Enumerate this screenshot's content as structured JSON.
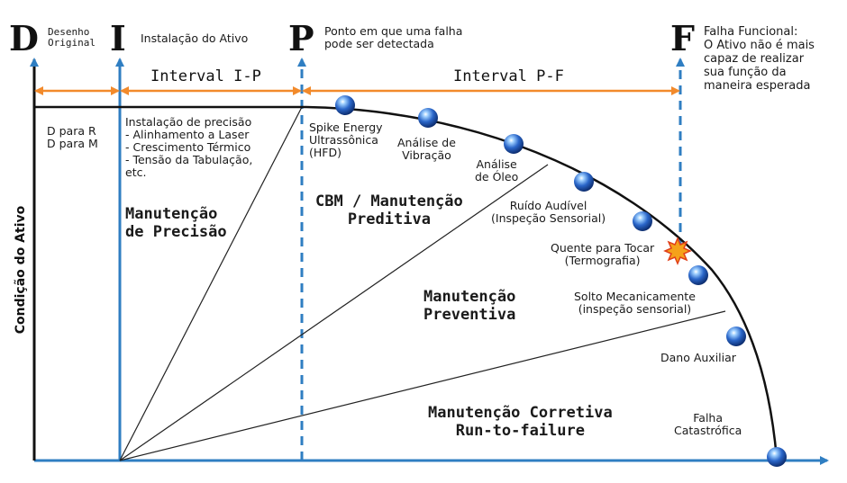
{
  "markers": {
    "d": {
      "letter": "D",
      "caption": "Desenho\nOriginal"
    },
    "i": {
      "letter": "I",
      "caption": "Instalação do Ativo"
    },
    "p": {
      "letter": "P",
      "caption": "Ponto em que uma falha\npode ser detectada"
    },
    "f": {
      "letter": "F",
      "caption": "Falha Funcional:\nO Ativo não é mais\ncapaz de realizar\nsua função da\nmaneira esperada"
    }
  },
  "intervals": {
    "ip": "Interval I-P",
    "pf": "Interval P-F"
  },
  "y_axis_label": "Condição do Ativo",
  "design_notes": "D para R\nD para M",
  "precision_list": "Instalação de precisão\n- Alinhamento a Laser\n- Crescimento Térmico\n- Tensão da Tabulação,\netc.",
  "zones": {
    "precision": "Manutenção\nde Precisão",
    "cbm": "CBM / Manutenção\nPreditiva",
    "preventive": "Manutenção\nPreventiva",
    "corrective": "Manutenção Corretiva\nRun-to-failure"
  },
  "curve_points": [
    {
      "label": "Spike Energy\nUltrassônica\n(HFD)"
    },
    {
      "label": "Análise de\nVibração"
    },
    {
      "label": "Análise\nde Óleo"
    },
    {
      "label": "Ruído Audível\n(Inspeção Sensorial)"
    },
    {
      "label": "Quente para Tocar\n(Termografia)"
    },
    {
      "label": "Solto Mecanicamente\n(inspeção sensorial)"
    },
    {
      "label": "Dano Auxiliar"
    },
    {
      "label": "Falha\nCatastrófica"
    }
  ],
  "colors": {
    "axis": "#2f7ec2",
    "interval_arrow": "#f28a2b",
    "curve": "#111111",
    "sphere": "#2a66c9",
    "starburst": "#f5a21a"
  }
}
